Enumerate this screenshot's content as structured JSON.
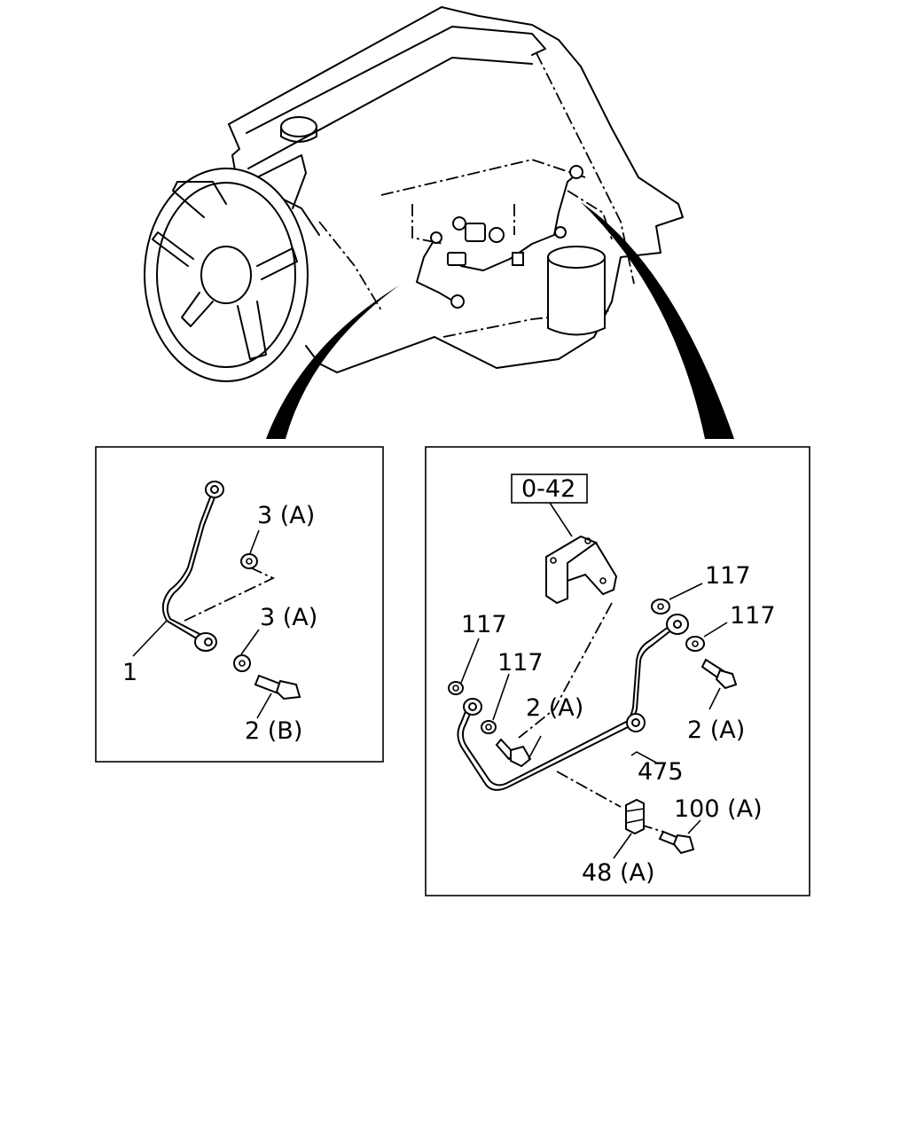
{
  "labels": {
    "left_panel": {
      "pipe": "1",
      "washer_top": "3 (A)",
      "washer_bottom": "3 (A)",
      "bolt": "2 (B)"
    },
    "right_panel": {
      "ref_box": "0-42",
      "washer_right_top": "117",
      "washer_right_mid": "117",
      "washer_left_top": "117",
      "washer_left_mid": "117",
      "bolt_center": "2 (A)",
      "bolt_right": "2 (A)",
      "pipe": "475",
      "screw": "100 (A)",
      "clip": "48 (A)"
    }
  }
}
